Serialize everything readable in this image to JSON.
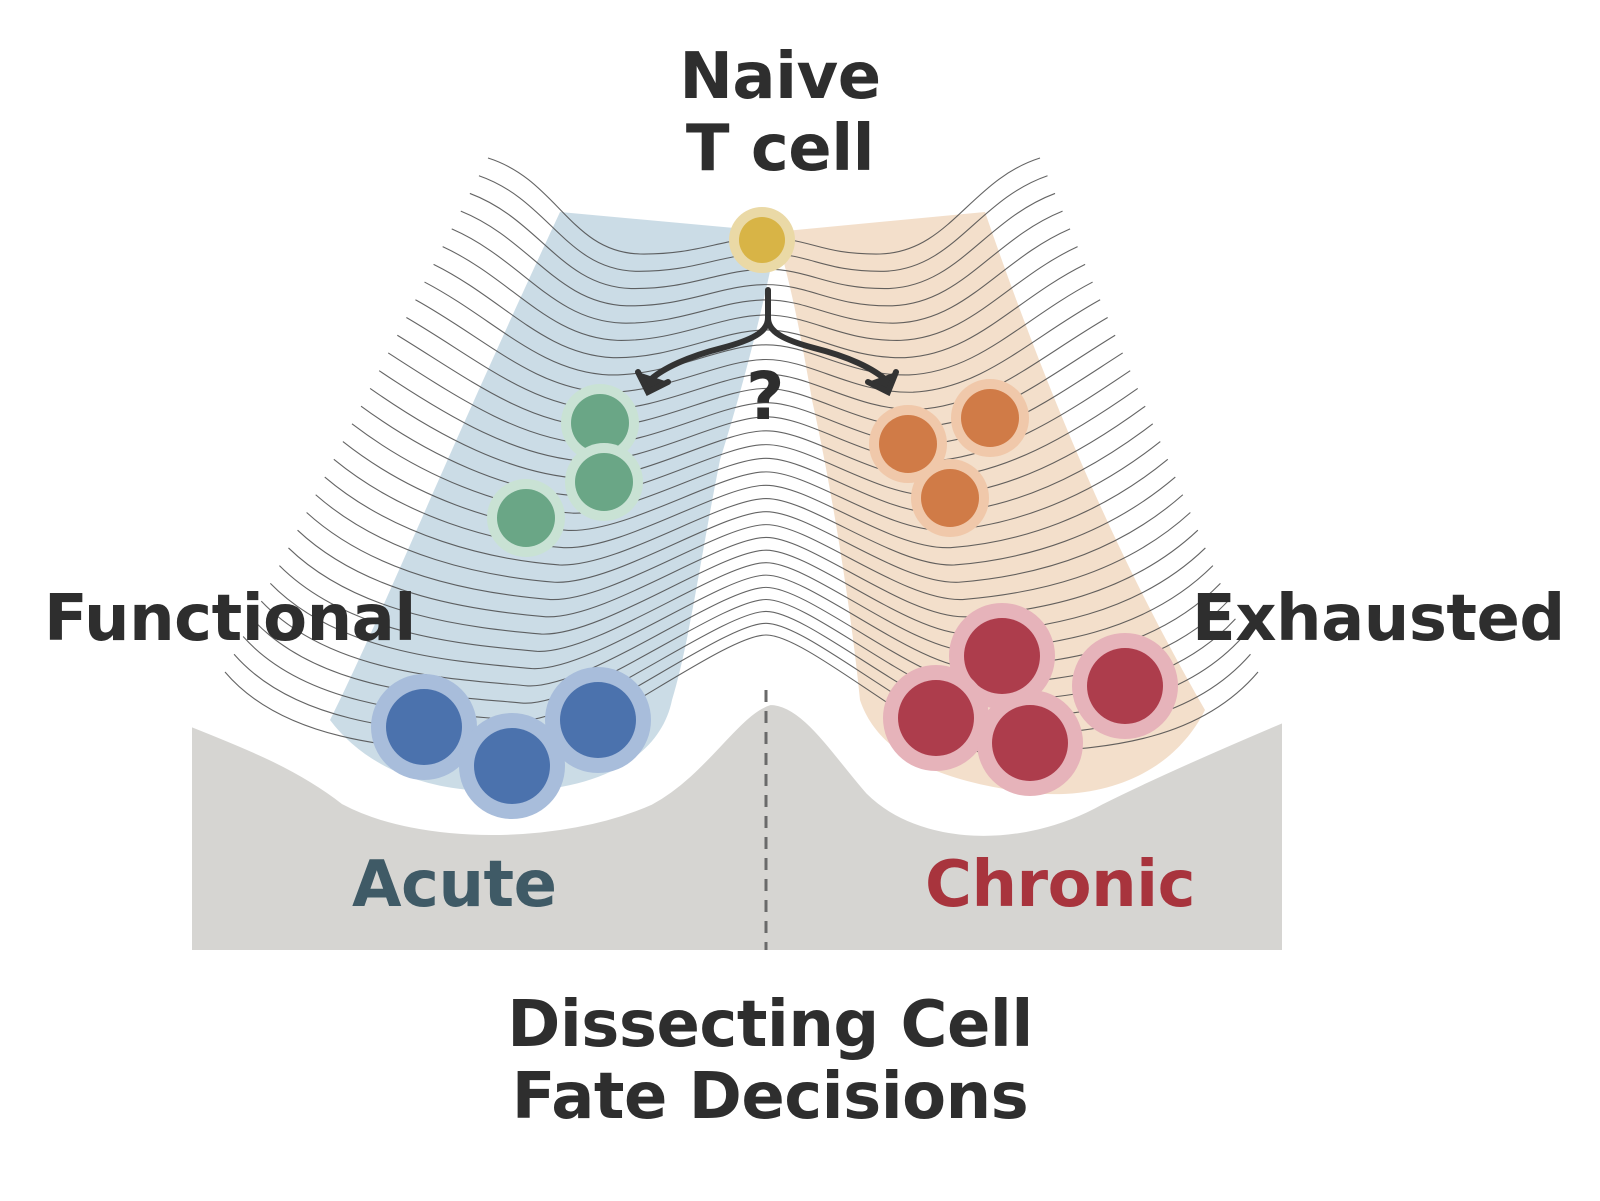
{
  "labels": {
    "naive_line1": "Naive",
    "naive_line2": "T cell",
    "question_mark": "?",
    "functional": "Functional",
    "exhausted": "Exhausted",
    "acute": "Acute",
    "chronic": "Chronic",
    "footer_line1": "Dissecting Cell",
    "footer_line2": "Fate Decisions"
  },
  "colors": {
    "text": "#2e2e2e",
    "acute_text": "#3f5a66",
    "chronic_text": "#a8343d",
    "ground": "#d6d5d2",
    "left_valley_band": "#b7cfdc",
    "right_valley_band": "#efd6bd",
    "naive_cell": "#d8b446",
    "functional_precursor_cell": "#6aa686",
    "functional_cell": "#4b72ad",
    "exhausted_precursor_cell": "#d07b47",
    "exhausted_cell": "#ad3d4c"
  },
  "cells": {
    "naive": 1,
    "functional_precursors": 3,
    "functional": 3,
    "exhausted_precursors": 3,
    "exhausted": 4
  }
}
